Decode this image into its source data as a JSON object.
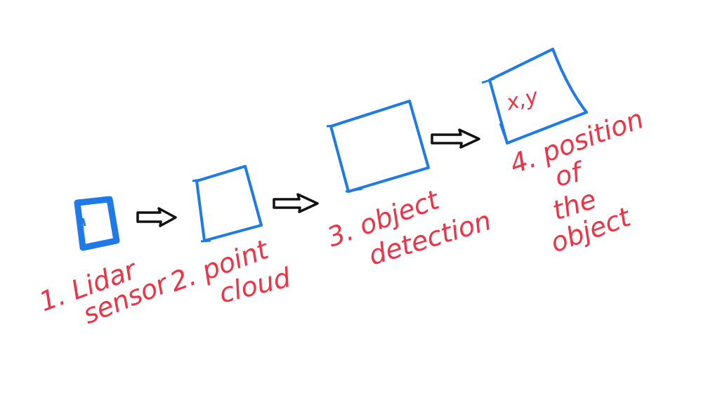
{
  "colors": {
    "box_stroke": "#1f7ae8",
    "label_text": "#ee3346",
    "arrow_stroke": "#111111",
    "background": "#ffffff"
  },
  "steps": [
    {
      "lines": [
        "1. Lidar",
        "sensor"
      ]
    },
    {
      "lines": [
        "2. point",
        "cloud"
      ]
    },
    {
      "lines": [
        "3. object",
        "detection"
      ]
    },
    {
      "lines": [
        "4. position",
        "of",
        "the",
        "object"
      ]
    }
  ],
  "box4_content": "x,y",
  "arrows": [
    "right-arrow",
    "right-arrow",
    "right-arrow"
  ]
}
